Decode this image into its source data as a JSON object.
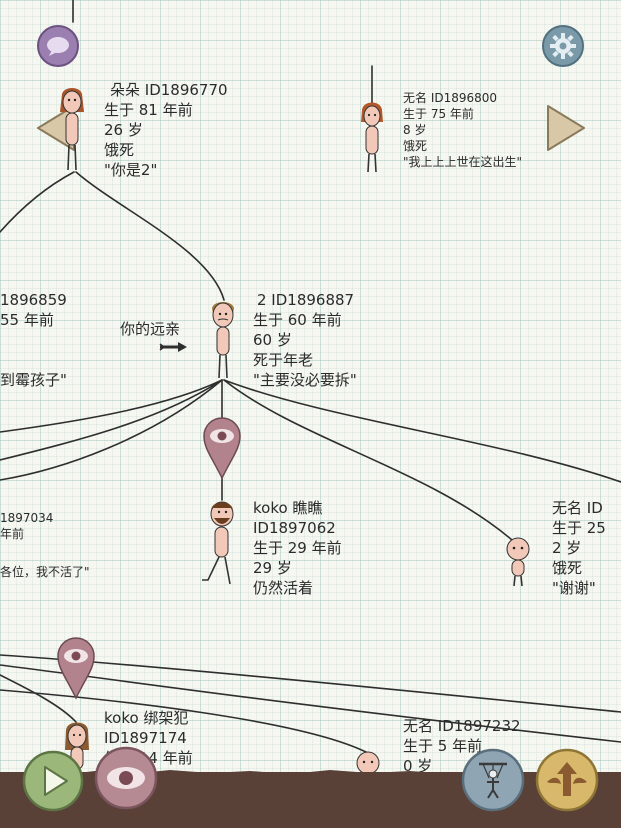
{
  "people": {
    "duoduo": {
      "line1": "朵朵 ID1896770",
      "line2": "生于 81 年前",
      "line3": "26 岁",
      "line4": "饿死",
      "line5": "\"你是2\""
    },
    "wuming_1896800": {
      "line1": "无名 ID1896800",
      "line2": "生于 75 年前",
      "line3": "8 岁",
      "line4": "饿死",
      "line5": "\"我上上上世在这出生\""
    },
    "left_1896859": {
      "line1": "1896859",
      "line2": "55 年前",
      "line5": "到霉孩子\""
    },
    "p_1896887": {
      "line1": "2 ID1896887",
      "line2": "生于 60 年前",
      "line3": "60 岁",
      "line4": "死于年老",
      "line5": "\"主要没必要拆\""
    },
    "left_1897034": {
      "line1": "1897034",
      "line2": "年前",
      "line5": "各位，我不活了\""
    },
    "koko_qiaoqiao": {
      "line1": "koko 瞧瞧",
      "line2": "ID1897062",
      "line3": "生于 29 年前",
      "line4": "29 岁",
      "line5": "仍然活着"
    },
    "wuming_right": {
      "line1": "无名 ID",
      "line2": "生于 25",
      "line3": "2 岁",
      "line4": "饿死",
      "line5": "\"谢谢\""
    },
    "koko_bangjia": {
      "line1": "koko 绑架犯",
      "line2": "ID1897174",
      "line3": "生于 14 年前"
    },
    "wuming_1897232": {
      "line1": "无名 ID1897232",
      "line2": "生于 5 年前",
      "line3": "0 岁"
    }
  },
  "hint": {
    "distant_relative": "你的远亲"
  },
  "icons": {
    "chat": "chat-bubble-icon",
    "settings": "gear-icon",
    "prev": "triangle-left-icon",
    "next": "triangle-right-icon",
    "watch": "eye-icon",
    "play": "play-icon",
    "puppet": "puppet-icon",
    "ascend": "winged-arrow-up-icon"
  },
  "colors": {
    "chat_button": "#9a7fb0",
    "settings_button": "#7a9aaa",
    "nav_arrow": "#d9c8a8",
    "pin": "#b2838c",
    "play_button": "#9bb87a",
    "eye_button": "#b58a92",
    "puppet_button": "#8fa5b3",
    "ascend_button": "#d8b86a",
    "ground": "#5a4138"
  }
}
